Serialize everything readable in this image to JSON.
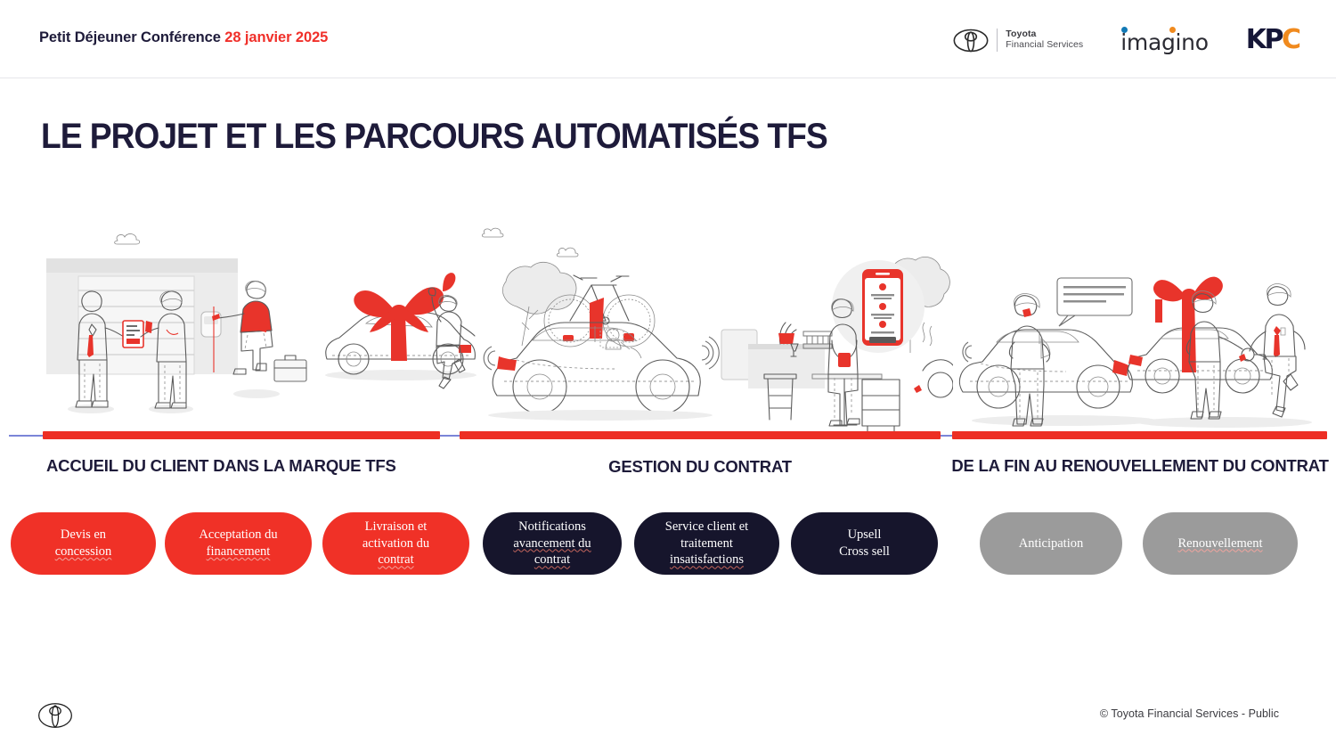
{
  "header": {
    "title_main": "Petit Déjeuner Conférence ",
    "title_date": "28 janvier 2025",
    "logos": {
      "toyota_line1": "Toyota",
      "toyota_line2": "Financial Services",
      "imagino": "imagino",
      "kpc_dark": "KP",
      "kpc_orange": "C"
    }
  },
  "title": "LE PROJET ET LES PARCOURS AUTOMATISÉS TFS",
  "sections": [
    {
      "heading": "ACCUEIL DU CLIENT DANS LA MARQUE TFS"
    },
    {
      "heading": "GESTION DU CONTRAT"
    },
    {
      "heading": "DE LA FIN AU RENOUVELLEMENT DU CONTRAT"
    }
  ],
  "steps": [
    {
      "id": "devis-en-concession",
      "line1": "Devis en",
      "line2": "concession",
      "line3": "",
      "style": "red"
    },
    {
      "id": "acceptation-financement",
      "line1": "Acceptation du",
      "line2": "financement",
      "line3": "",
      "style": "red"
    },
    {
      "id": "livraison-activation",
      "line1": "Livraison et",
      "line2": "activation du",
      "line3": "contrat",
      "style": "red"
    },
    {
      "id": "notifications-avancement",
      "line1": "Notifications",
      "line2": "avancement du",
      "line3": "contrat",
      "style": "dark"
    },
    {
      "id": "service-client",
      "line1": "Service client et",
      "line2": "traitement",
      "line3": "insatisfactions",
      "style": "dark"
    },
    {
      "id": "upsell-cross-sell",
      "line1": "Upsell",
      "line2": "Cross sell",
      "line3": "",
      "style": "dark"
    },
    {
      "id": "anticipation",
      "line1": "Anticipation",
      "line2": "",
      "line3": "",
      "style": "gray"
    },
    {
      "id": "renouvellement",
      "line1": "Renouvellement",
      "line2": "",
      "line3": "",
      "style": "gray"
    }
  ],
  "footer": {
    "copyright": "© Toyota Financial Services - Public"
  },
  "colors": {
    "brand_red": "#ED2E24",
    "dark_navy": "#1E1B3A",
    "pill_dark": "#16152C",
    "pill_gray": "#9B9B9B",
    "track_blue": "#7B85D8",
    "imagino_blue": "#1279B5",
    "accent_orange": "#F08A1E"
  },
  "illustrations": [
    {
      "name": "dealership-welcome-scene"
    },
    {
      "name": "car-with-gift-bow-scene"
    },
    {
      "name": "suv-with-bicycle-scene"
    },
    {
      "name": "cafe-mobile-app-scene"
    },
    {
      "name": "woman-phone-call-scene"
    },
    {
      "name": "key-handover-gift-car-scene"
    }
  ]
}
